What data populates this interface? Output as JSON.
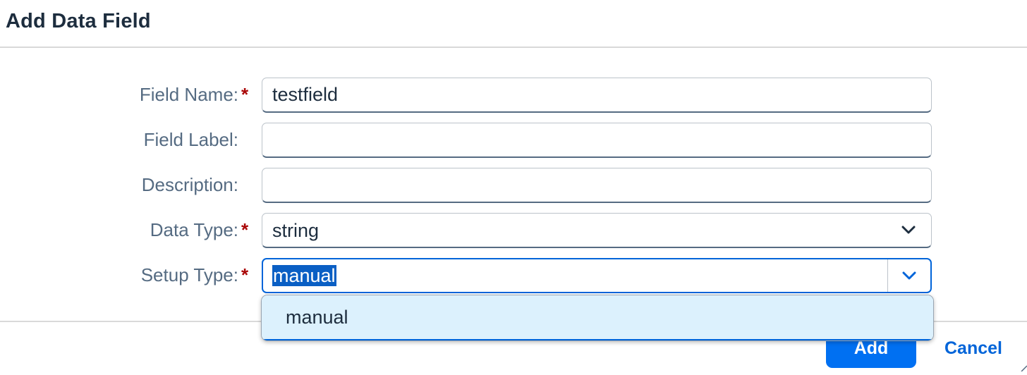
{
  "dialog": {
    "title": "Add Data Field"
  },
  "form": {
    "field_name": {
      "label": "Field Name:",
      "required": true,
      "value": "testfield"
    },
    "field_label": {
      "label": "Field Label:",
      "required": false,
      "value": ""
    },
    "description": {
      "label": "Description:",
      "required": false,
      "value": ""
    },
    "data_type": {
      "label": "Data Type:",
      "required": true,
      "value": "string"
    },
    "setup_type": {
      "label": "Setup Type:",
      "required": true,
      "value": "manual"
    },
    "required_marker": "*"
  },
  "dropdown": {
    "options": [
      {
        "label": "manual",
        "selected": true
      }
    ]
  },
  "footer": {
    "add_label": "Add",
    "cancel_label": "Cancel"
  },
  "colors": {
    "primary": "#0070f2",
    "focus_border": "#0064d9",
    "required": "#aa0808",
    "label": "#556b82",
    "option_highlight": "#dcf1fd"
  },
  "icons": {
    "dropdown": "chevron-down-icon"
  }
}
